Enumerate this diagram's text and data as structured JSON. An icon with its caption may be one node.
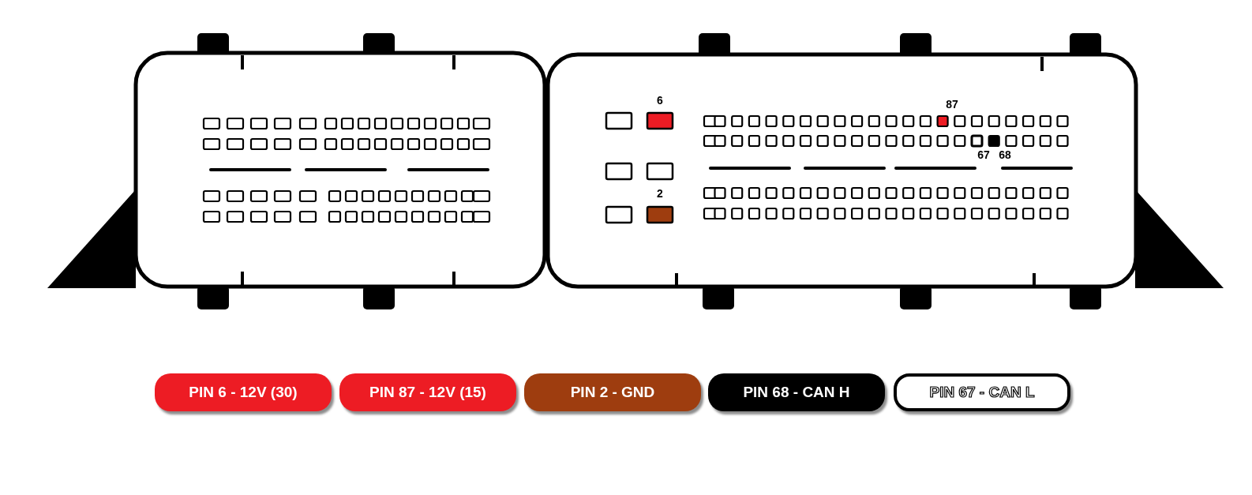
{
  "diagram": {
    "labels": [
      "6",
      "87",
      "67",
      "68",
      "2"
    ],
    "legend": [
      {
        "text": "PIN 6 - 12V (30)",
        "color": "#ed1c24"
      },
      {
        "text": "PIN 87 - 12V (15)",
        "color": "#ed1c24"
      },
      {
        "text": "PIN 2 - GND",
        "color": "#9e3d0f"
      },
      {
        "text": "PIN 68 - CAN H",
        "color": "#000000"
      },
      {
        "text": "PIN 67 - CAN L",
        "color": "#ffffff"
      }
    ]
  }
}
